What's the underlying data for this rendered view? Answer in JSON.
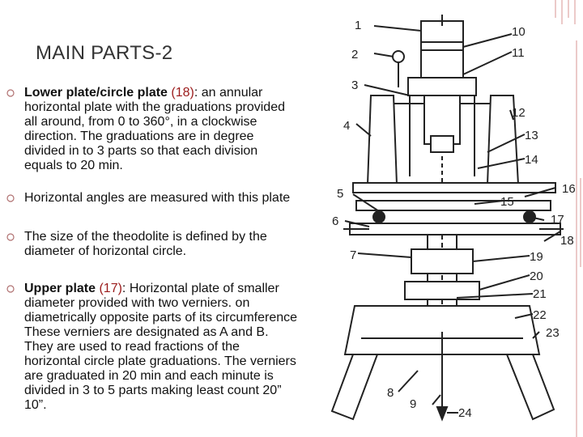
{
  "slide": {
    "title": "MAIN PARTS-2",
    "bullets": [
      {
        "lead": "Lower plate/circle plate ",
        "ref": "(18)",
        "rest": ": an annular\nhorizontal plate with the graduations provided\nall around, from 0 to 360°, in a clockwise\ndirection. The graduations are in degree\ndivided in to 3 parts so that each division\nequals to 20 min."
      },
      {
        "text": "Horizontal angles are measured with this plate"
      },
      {
        "text": "The size of the theodolite is defined by the\ndiameter of horizontal circle."
      },
      {
        "lead": "Upper plate ",
        "ref": "(17)",
        "rest": ": Horizontal plate of smaller\ndiameter provided with two verniers. on\ndiametrically opposite parts of its circumference\nThese verniers are designated as A and B.\nThey are used to read fractions of the\nhorizontal circle plate graduations. The verniers\nare graduated in 20 min and each minute is\ndivided in 3 to 5 parts making least count 20”\n10”."
      }
    ]
  },
  "diagram": {
    "labels": [
      "1",
      "2",
      "3",
      "4",
      "5",
      "6",
      "7",
      "8",
      "9",
      "10",
      "11",
      "12",
      "13",
      "14",
      "15",
      "16",
      "17",
      "18",
      "19",
      "20",
      "21",
      "22",
      "23",
      "24"
    ]
  },
  "colors": {
    "accent": "#c0504d",
    "ref": "#9b1b1b",
    "bullet_mark": "#c9a0a0"
  }
}
